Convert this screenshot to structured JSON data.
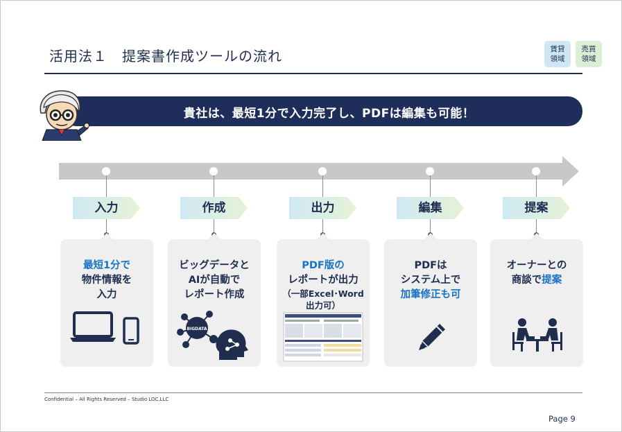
{
  "title": "活用法１　提案書作成ツールの流れ",
  "badges": [
    {
      "line1": "賃貸",
      "line2": "領域"
    },
    {
      "line1": "売買",
      "line2": "領域"
    }
  ],
  "banner": "貴社は、最短1分で入力完了し、PDFは編集も可能！",
  "steps": [
    {
      "label": "入力"
    },
    {
      "label": "作成"
    },
    {
      "label": "出力"
    },
    {
      "label": "編集"
    },
    {
      "label": "提案"
    }
  ],
  "cards": [
    {
      "lines": [
        "最短1分で",
        "物件情報を",
        "入力"
      ],
      "icon": "laptop-phone-icon"
    },
    {
      "lines": [
        "ビッグデータと",
        "AIが自動で",
        "レポート作成"
      ],
      "icon": "bigdata-ai-icon",
      "bigdata_label": "BIGDATA"
    },
    {
      "lines": [
        "PDF版の",
        "レポートが出力"
      ],
      "note": [
        "（一部Excel･Word",
        "出力可）"
      ],
      "icon": "report-thumbnail-icon"
    },
    {
      "line1": "PDFは",
      "line2": "システム上で",
      "line3": "加筆修正も可",
      "icon": "pencil-icon"
    },
    {
      "line1": "オーナーとの",
      "line2_prefix": "商談で",
      "line2_highlight": "提案",
      "icon": "meeting-icon"
    }
  ],
  "footer": "Confidential – All Rights Reserved – Studio LOC.LLC",
  "page": "Page 9",
  "colors": {
    "navy": "#1f2d5a",
    "accent_blue": "#1a73c4",
    "card_bg": "#efefef",
    "label_bg": "#d9eef7"
  }
}
